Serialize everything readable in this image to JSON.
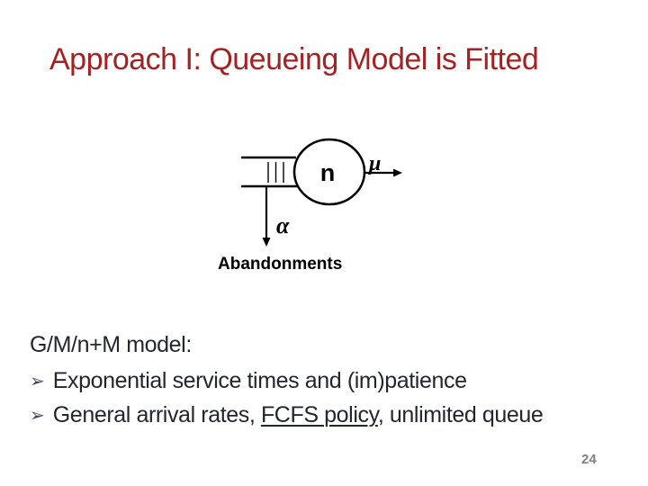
{
  "slide": {
    "title": "Approach I: Queueing Model is Fitted",
    "page_number": "24"
  },
  "colors": {
    "title_text": "#A62121",
    "body_text": "#24262F",
    "bullet_arrow": "#3F4A59",
    "page_number": "#808080",
    "diagram_ink": "#000000",
    "background": "#FFFFFF"
  },
  "diagram": {
    "server_label": "n",
    "service_rate_symbol": "μ",
    "abandonment_rate_symbol": "α",
    "abandonments_label": "Abandonments"
  },
  "body": {
    "heading": "G/M/n+M model:",
    "bullet_glyph": "➢",
    "bullets": [
      {
        "pre": "Exponential service times and (im)patience",
        "underlined": "",
        "post": ""
      },
      {
        "pre": "General arrival rates, ",
        "underlined": "FCFS policy",
        "post": ", unlimited queue"
      }
    ]
  }
}
